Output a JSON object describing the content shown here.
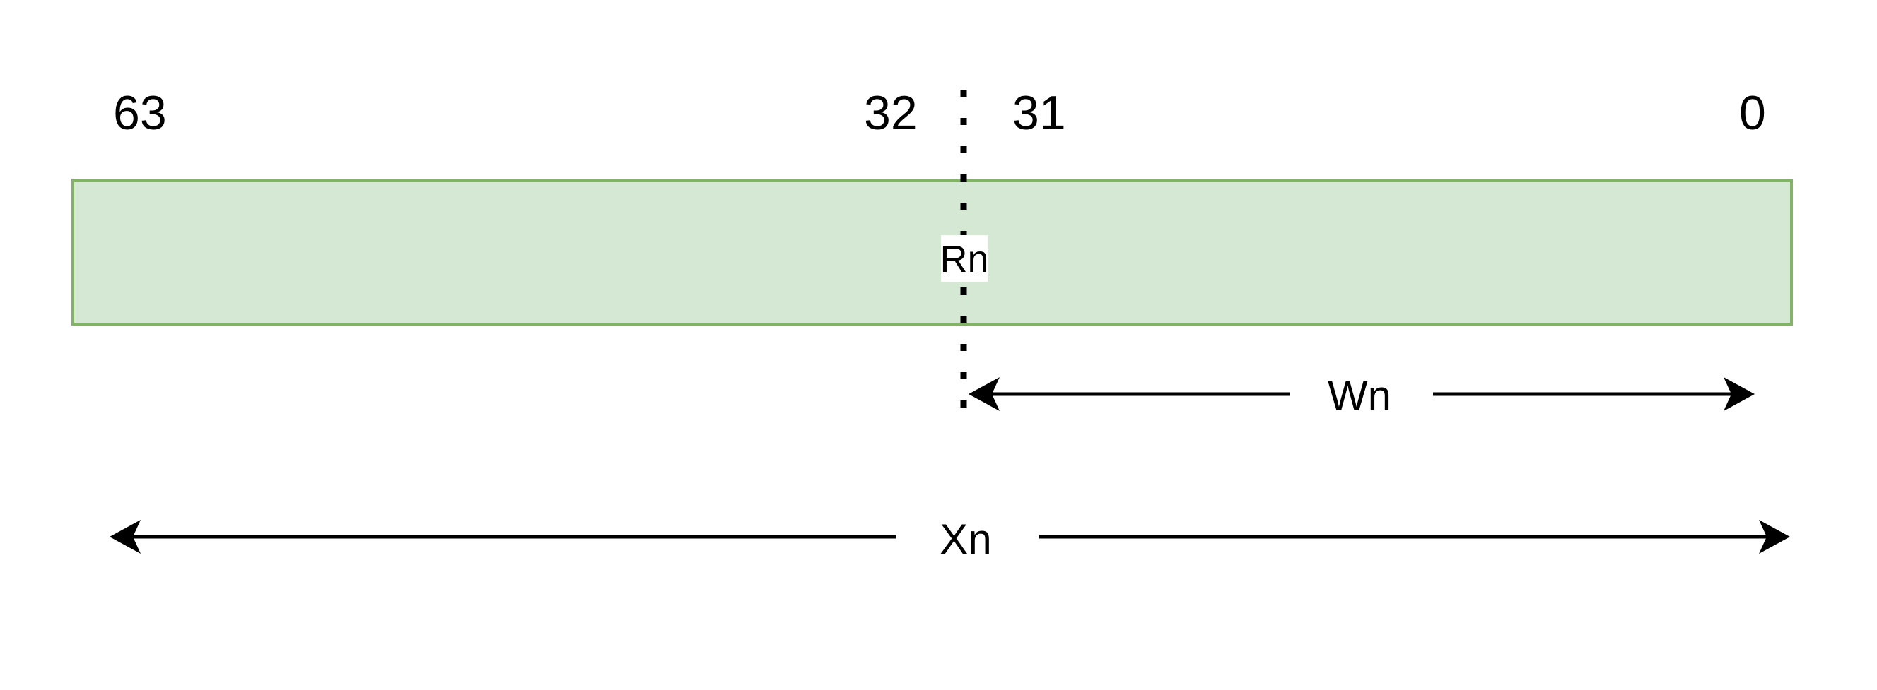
{
  "colors": {
    "register_fill": "#d5e8d4",
    "register_stroke": "#82b366",
    "line": "#000000",
    "label_background": "#ffffff"
  },
  "bit_labels": {
    "msb": "63",
    "upper_low": "32",
    "lower_high": "31",
    "lsb": "0"
  },
  "register": {
    "label": "Rn"
  },
  "spans": {
    "w_register": "Wn",
    "x_register": "Xn"
  },
  "icons": {
    "arrow_head": "arrow-head-icon"
  }
}
